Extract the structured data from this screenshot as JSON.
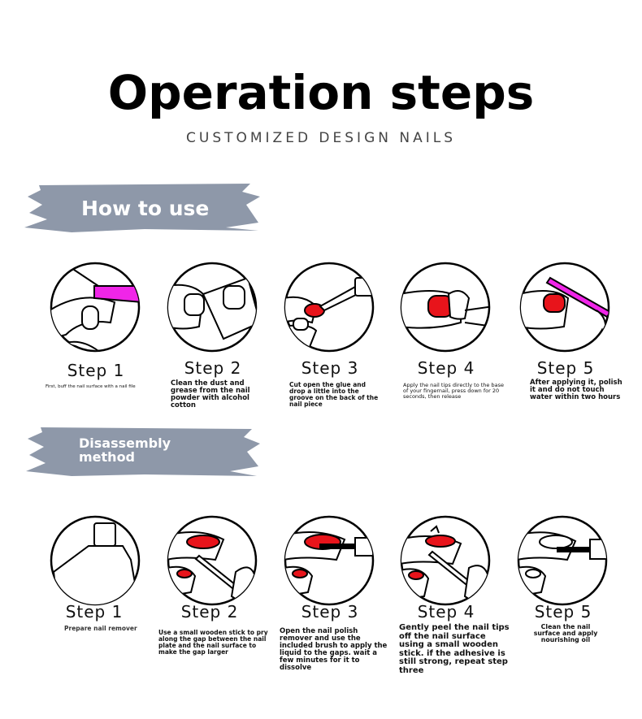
{
  "header": {
    "title": "Operation steps",
    "subtitle": "CUSTOMIZED DESIGN NAILS"
  },
  "colors": {
    "banner": "#8e98a9",
    "nail_red": "#e8141b",
    "nail_pink": "#f025e8"
  },
  "how_to_use": {
    "heading": "How to use",
    "steps": [
      {
        "label": "Step 1",
        "desc": "First, buff the nail surface with a nail file"
      },
      {
        "label": "Step 2",
        "desc": "Clean the dust and grease from the nail powder with alcohol cotton"
      },
      {
        "label": "Step 3",
        "desc": "Cut open the glue and drop a little into the groove on the back of the nail piece"
      },
      {
        "label": "Step 4",
        "desc": "Apply the nail tips directly to the base of your fingernail, press down for 20 seconds, then release"
      },
      {
        "label": "Step 5",
        "desc": "After applying it, polish it and do not touch water within two hours"
      }
    ]
  },
  "disassembly": {
    "heading_line1": "Disassembly",
    "heading_line2": "method",
    "steps": [
      {
        "label": "Step 1",
        "desc": "Prepare nail remover"
      },
      {
        "label": "Step 2",
        "desc": "Use a small wooden stick to pry along the gap between the nail plate and the nail surface to make the gap larger"
      },
      {
        "label": "Step 3",
        "desc": "Open the nail polish remover and use the included brush to apply the liquid to the gaps. wait a few minutes for it to dissolve"
      },
      {
        "label": "Step 4",
        "desc": "Gently peel the nail tips off the nail surface using a small wooden stick. if the adhesive is still strong, repeat step three"
      },
      {
        "label": "Step 5",
        "desc": "Clean the nail surface and apply nourishing oil"
      }
    ]
  }
}
